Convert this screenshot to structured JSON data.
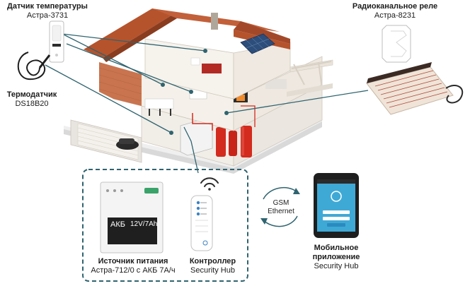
{
  "labels": {
    "temp_sensor": {
      "title": "Датчик температуры",
      "model": "Астра-3731"
    },
    "thermo_sensor": {
      "title": "Термодатчик",
      "model": "DS18B20"
    },
    "radio_relay": {
      "title": "Радиоканальное реле",
      "model": "Астра-8231"
    },
    "power_supply": {
      "title": "Источник питания",
      "model": "Астра-712/0 с АКБ 7А/ч"
    },
    "controller": {
      "title": "Контроллер",
      "model": "Security Hub"
    },
    "mobile_app": {
      "title_line1": "Мобильное",
      "title_line2": "приложение",
      "model": "Security Hub"
    }
  },
  "channel": {
    "line1": "GSM",
    "line2": "Ethernet"
  },
  "battery": {
    "name": "АКБ",
    "rating": "12V/7Ah"
  },
  "colors": {
    "connector_line": "#2f6470",
    "dashed_frame": "#2f6470",
    "roof": "#b5532c",
    "boiler": "#d32b1e",
    "phone_screen": "#3fa9d6"
  }
}
